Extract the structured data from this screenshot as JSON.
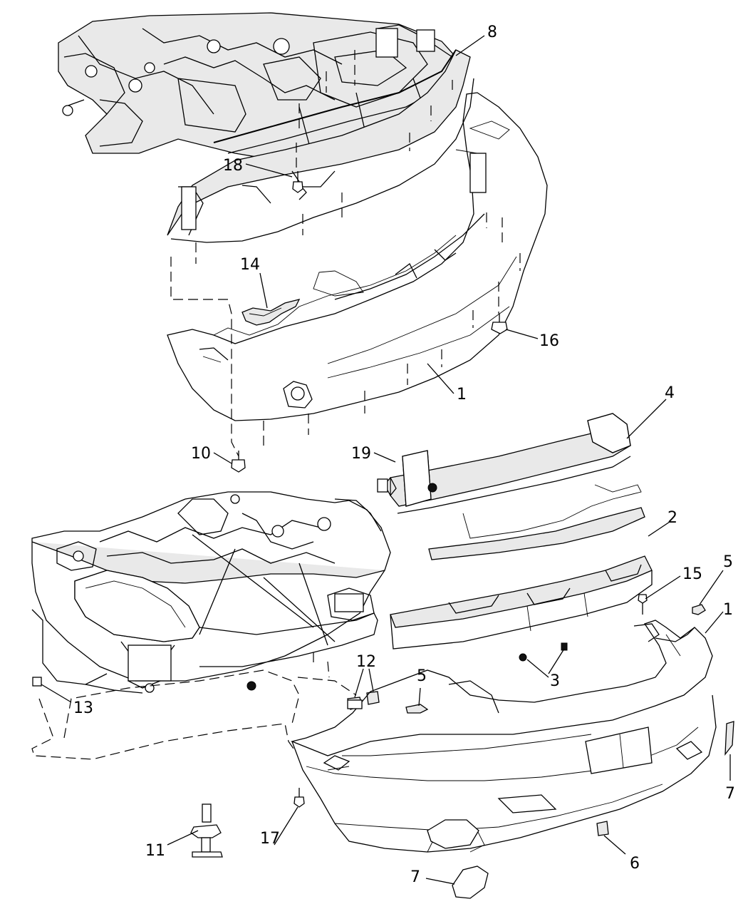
{
  "diagram": {
    "callouts": [
      {
        "id": "c8",
        "text": "8"
      },
      {
        "id": "c18",
        "text": "18"
      },
      {
        "id": "c14",
        "text": "14"
      },
      {
        "id": "c16",
        "text": "16"
      },
      {
        "id": "c1a",
        "text": "1"
      },
      {
        "id": "c4",
        "text": "4"
      },
      {
        "id": "c10",
        "text": "10"
      },
      {
        "id": "c19",
        "text": "19"
      },
      {
        "id": "c2",
        "text": "2"
      },
      {
        "id": "c5a",
        "text": "5"
      },
      {
        "id": "c15",
        "text": "15"
      },
      {
        "id": "c1b",
        "text": "1"
      },
      {
        "id": "c12",
        "text": "12"
      },
      {
        "id": "c3",
        "text": "3"
      },
      {
        "id": "c5b",
        "text": "5"
      },
      {
        "id": "c13",
        "text": "13"
      },
      {
        "id": "c7a",
        "text": "7"
      },
      {
        "id": "c11",
        "text": "11"
      },
      {
        "id": "c17",
        "text": "17"
      },
      {
        "id": "c6",
        "text": "6"
      },
      {
        "id": "c7b",
        "text": "7"
      }
    ]
  }
}
